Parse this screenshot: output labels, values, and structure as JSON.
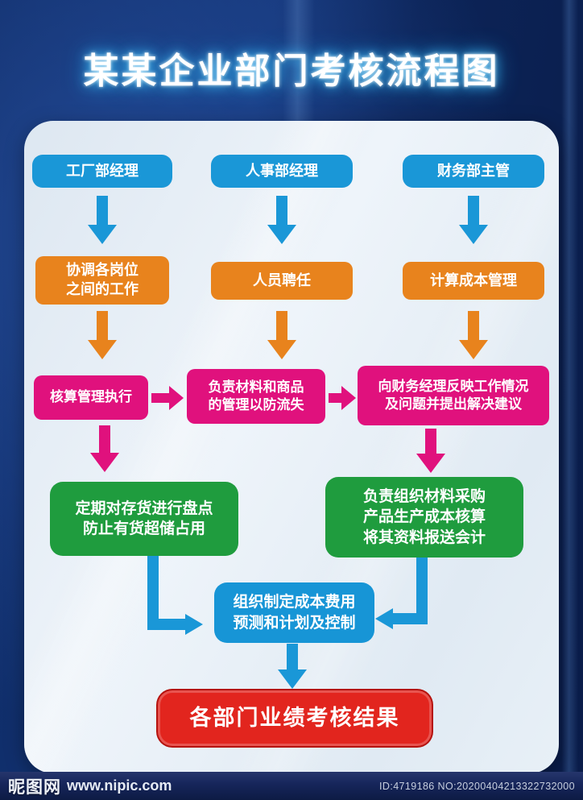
{
  "title": "某某企业部门考核流程图",
  "nodes": {
    "factory_manager": {
      "label": "工厂部经理"
    },
    "hr_manager": {
      "label": "人事部经理"
    },
    "finance_supervisor": {
      "label": "财务部主管"
    },
    "coordinate_posts": {
      "label": "协调各岗位\n之间的工作"
    },
    "staff_hiring": {
      "label": "人员聘任"
    },
    "cost_management": {
      "label": "计算成本管理"
    },
    "accounting_execution": {
      "label": "核算管理执行"
    },
    "material_loss_prevention": {
      "label": "负责材料和商品\n的管理以防流失"
    },
    "report_to_finance_manager": {
      "label": "向财务经理反映工作情况\n及问题并提出解决建议"
    },
    "inventory_stocktaking": {
      "label": "定期对存货进行盘点\n防止有货超储占用"
    },
    "procurement_cost_accounting": {
      "label": "负责组织材料采购\n产品生产成本核算\n将其资料报送会计"
    },
    "cost_budget_planning": {
      "label": "组织制定成本费用\n预测和计划及控制"
    },
    "assessment_result": {
      "label": "各部门业绩考核结果"
    }
  },
  "colors": {
    "background_navy": "#0e2a63",
    "panel_light": "#e9f0f7",
    "node_blue": "#1a97d7",
    "node_orange": "#e8831d",
    "node_magenta": "#e0117d",
    "node_green": "#1f9c3e",
    "node_red": "#e2251e",
    "title_glow_cyan": "#4fc7ff",
    "footer_bar": "#16255a"
  },
  "footer": {
    "site_name": "昵图网",
    "site_url": "www.nipic.com",
    "image_id": "ID:4719186 NO:20200404213322732000"
  }
}
